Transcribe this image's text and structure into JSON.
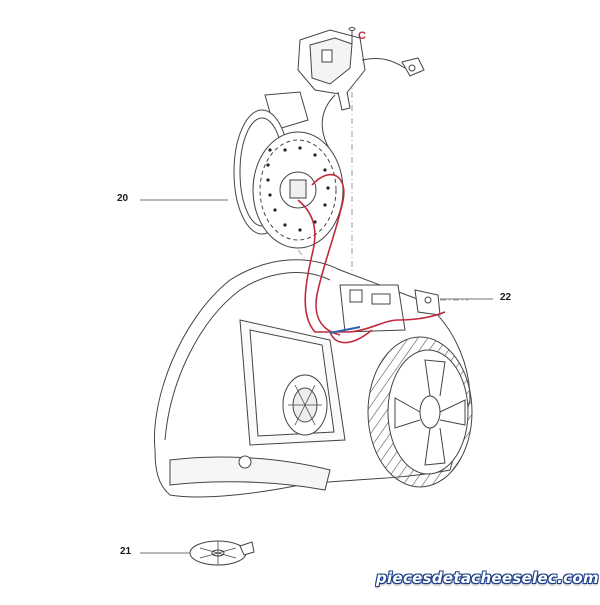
{
  "diagram": {
    "callouts": [
      {
        "id": "20",
        "label": "20"
      },
      {
        "id": "21",
        "label": "21"
      },
      {
        "id": "22",
        "label": "22"
      }
    ],
    "connector_label": "C",
    "watermark": "piecesdetacheeselec.com",
    "colors": {
      "line": "#444444",
      "wire": "#c0283c",
      "accent_blue": "#2f5fb0",
      "connector_letter": "#c0283c",
      "watermark_outline": "#1b3d8a"
    }
  }
}
